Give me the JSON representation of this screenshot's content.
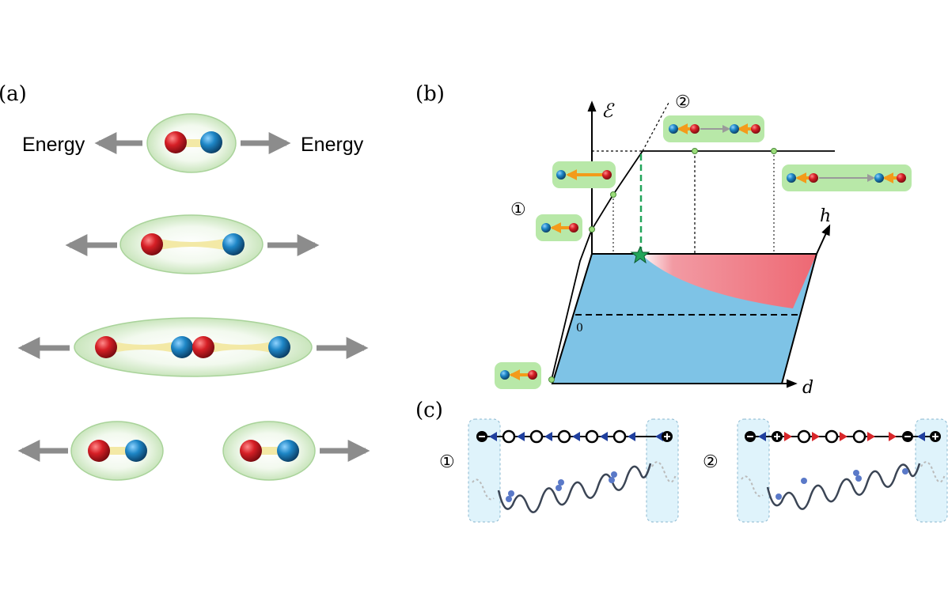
{
  "panels": {
    "a": {
      "label": "(a)",
      "energy_left": "Energy",
      "energy_right": "Energy"
    },
    "b": {
      "label": "(b)",
      "axis_energy": "ℰ",
      "axis_h": "h",
      "axis_d": "d",
      "origin": "0",
      "marker_1": "①",
      "marker_2": "②"
    },
    "c": {
      "label": "(c)",
      "marker_1": "①",
      "marker_2": "②"
    }
  },
  "colors": {
    "red_charge": "#d61f26",
    "blue_charge": "#1e86c6",
    "green_bubble": "#cfe8c2",
    "string": "#f3e9a6",
    "arrow_gray": "#8c8c8c",
    "arrow_orange": "#f39b1a",
    "region_blue": "#7ec3e6",
    "region_red": "#ef6b78",
    "chain_blue_arrow": "#1f3f9e",
    "chain_red_arrow": "#d8262a",
    "edge_box": "#dff3fb"
  }
}
